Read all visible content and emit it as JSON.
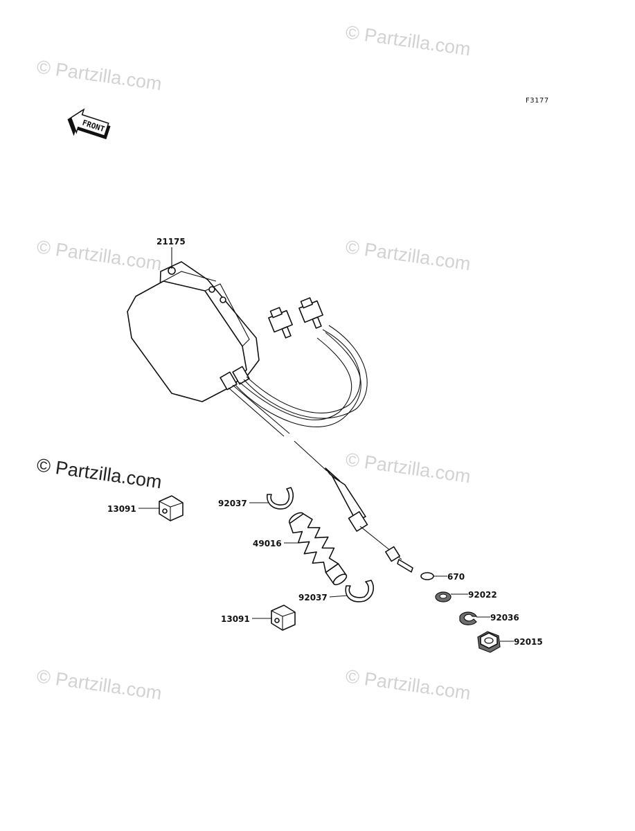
{
  "figure_ref": "F3177",
  "front_label": "FRONT",
  "watermark": {
    "faint_text": "© Partzilla.com",
    "bold_text": "© Partzilla.com"
  },
  "parts": {
    "p21175": "21175",
    "p13091_a": "13091",
    "p13091_b": "13091",
    "p92037_a": "92037",
    "p92037_b": "92037",
    "p49016": "49016",
    "p670": "670",
    "p92022": "92022",
    "p92036": "92036",
    "p92015": "92015"
  },
  "colors": {
    "ink": "#111111",
    "watermark": "#d2d2d2",
    "shade": "#6e6e6e"
  }
}
